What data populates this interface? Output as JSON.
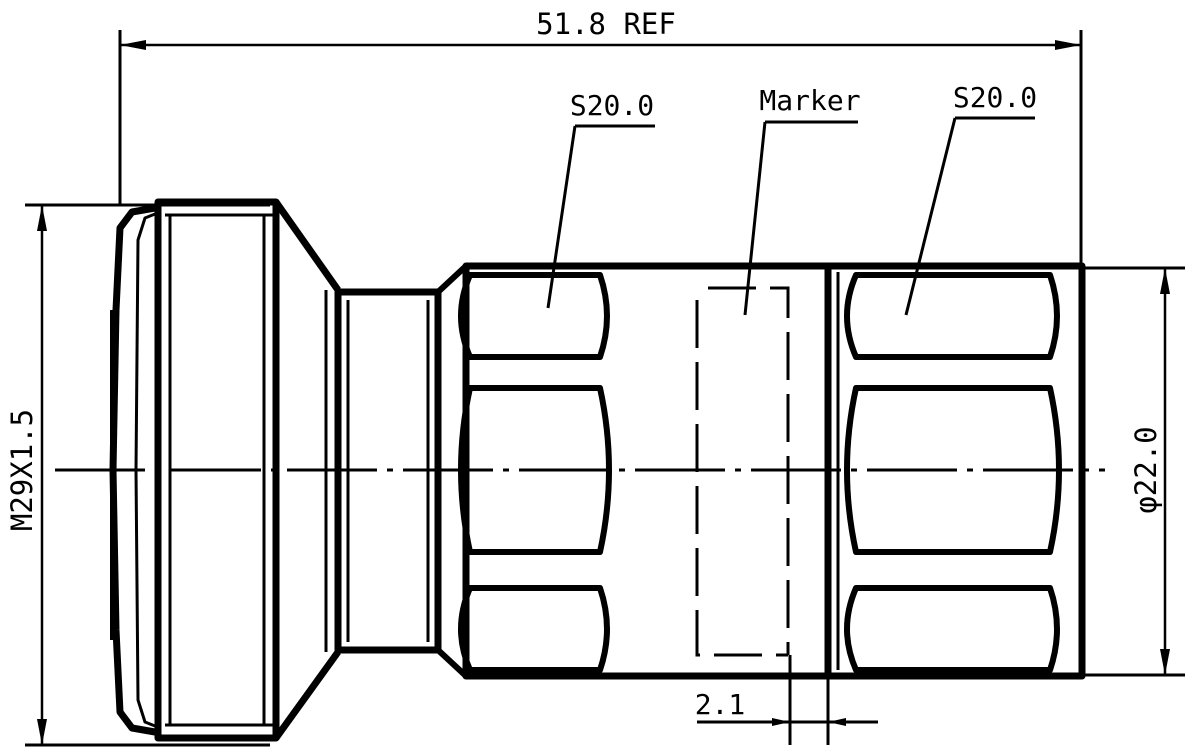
{
  "dimensions": {
    "overall_length": "51.8 REF",
    "thread": "M29X1.5",
    "diameter": "φ22.0",
    "marker_gap": "2.1"
  },
  "callouts": {
    "left_knurl": "S20.0",
    "marker": "Marker",
    "right_knurl": "S20.0"
  },
  "colors": {
    "ink": "#000000",
    "paper": "#ffffff"
  }
}
